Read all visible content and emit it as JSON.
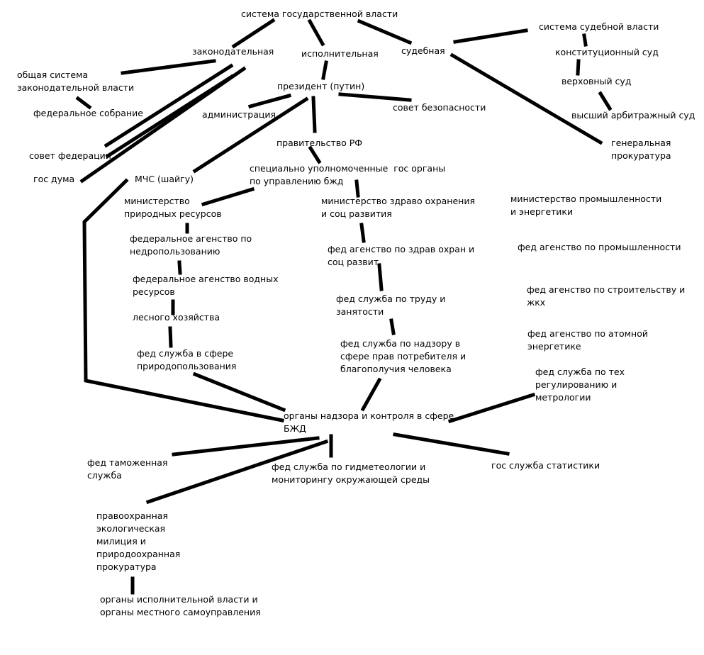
{
  "nodes": {
    "gov_system": "система государственной власти",
    "legislative": "законодательная",
    "executive": "исполнительная",
    "judicial": "судебная",
    "leg_general": "общая система\nзаконодательной власти",
    "fed_assembly": "федеральное собрание",
    "fed_council": "совет федерации",
    "state_duma": "гос дума",
    "president": "президент (путин)",
    "administration": "администрация",
    "security_council": "совет безопасности",
    "government": "правительство РФ",
    "mchs": "МЧС (шайгу)",
    "special_bodies": "специально уполномоченные  гос органы\nпо управлению бжд",
    "min_natural": "министерство\nприродных ресурсов",
    "min_health": "министерство здраво охранения\nи соц развития",
    "min_industry": "министерство промышленности\nи энергетики",
    "agency_subsoil": "федеральное агенство по\nнедропользованию",
    "agency_health": "фед агенство по здрав охран и\nсоц развит",
    "agency_industry": "фед агенство по промышленности",
    "agency_water": "федеральное агенство водных\nресурсов",
    "labor_service": "фед служба по труду и\nзанятости",
    "agency_construction": "фед агенство по строительству и\nжкх",
    "forestry": "лесного хозяйства",
    "consumer_service": "фед служба по надзору в\nсфере прав потребителя и\nблагополучия человека",
    "agency_atomic": "фед агенство по атомной\nэнергетике",
    "nature_service": "фед служба в сфере\nприродопользования",
    "tech_regulation": "фед служба по тех\nрегулированию и\nметрологии",
    "supervision_bodies": "органы надзора и контроля в сфере\nБЖД",
    "customs": "фед таможенная\nслужба",
    "hydromet": "фед служба по гидметеологии и\nмониторингу окружающей среды",
    "statistics": "гос служба статистики",
    "eco_police": "правоохранная\nэкологическая\nмилиция и\nприродоохранная\nпрокуратура",
    "local_bodies": "органы исполнительной власти и\nорганы местного самоуправления",
    "judicial_system": "система судебной власти",
    "constitutional_court": "конституционный суд",
    "supreme_court": "верховный суд",
    "arbitration_court": "высший арбитражный суд",
    "prosecution": "генеральная\nпрокуратура"
  }
}
